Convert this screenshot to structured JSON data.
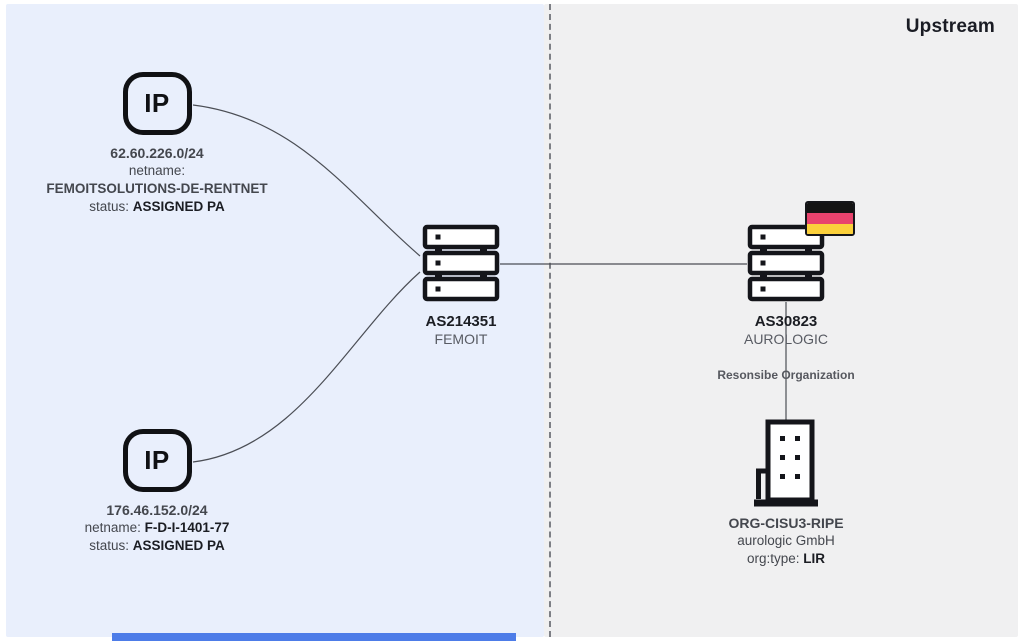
{
  "header": {
    "upstream_label": "Upstream"
  },
  "colors": {
    "left_panel_bg": "#e9effc",
    "right_panel_bg": "#f0f0f1",
    "divider_gray": "#7d7f85",
    "wire_gray": "#4b4e55",
    "icon_stroke": "#14151a",
    "text_dark": "#1b1d23",
    "text_gray": "#585b63",
    "flag_black": "#141414",
    "flag_red": "#e8436d",
    "flag_gold": "#fbd03b",
    "scrollbar_blue": "#4d7ce8"
  },
  "left_panel": {
    "prefixes": [
      {
        "icon_label": "IP",
        "cidr": "62.60.226.0/24",
        "netname_label": "netname:",
        "netname_value": "FEMOITSOLUTIONS-DE-RENTNET",
        "status_label": "status:",
        "status_value": "ASSIGNED PA"
      },
      {
        "icon_label": "IP",
        "cidr": "176.46.152.0/24",
        "netname_label": "netname:",
        "netname_value": "F-D-I-1401-77",
        "status_label": "status:",
        "status_value": "ASSIGNED PA"
      }
    ],
    "asn": {
      "id": "AS214351",
      "name": "FEMOIT"
    }
  },
  "right_panel": {
    "asn": {
      "id": "AS30823",
      "name": "AUROLOGIC",
      "flag_country": "germany"
    },
    "relation_label": "Resonsibe Organization",
    "organization": {
      "id": "ORG-CISU3-RIPE",
      "name": "aurologic GmbH",
      "org_type_label": "org:type:",
      "org_type_value": "LIR"
    }
  }
}
